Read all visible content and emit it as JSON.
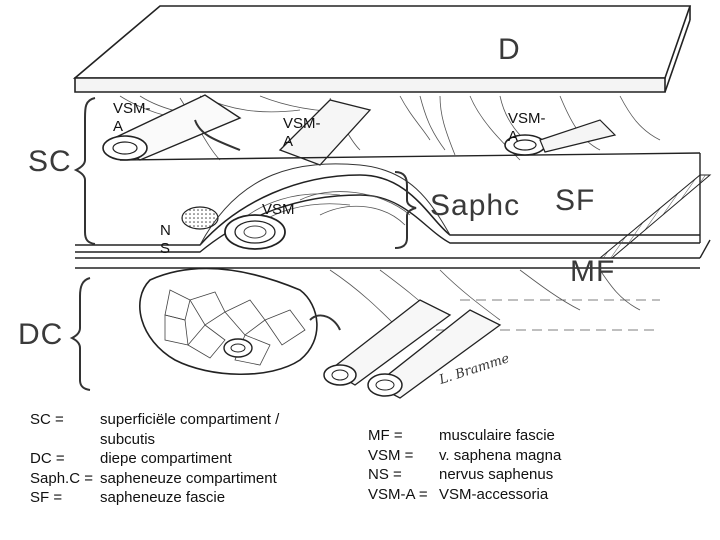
{
  "labels": {
    "d": "D",
    "sc": "SC",
    "sf": "SF",
    "saphc": "Saphc",
    "mf": "MF",
    "dc": "DC",
    "vsm": "VSM",
    "vsma_1": "VSM-A",
    "vsma_2": "VSM-A",
    "vsma_3": "VSM-A",
    "ns": "N S"
  },
  "signature": "L. Bramme",
  "legend_left": [
    {
      "key": "SC =",
      "value": "superficiële compartiment / subcutis"
    },
    {
      "key": "DC =",
      "value": "diepe compartiment"
    },
    {
      "key": "Saph.C =",
      "value": "sapheneuze compartiment"
    },
    {
      "key": "SF =",
      "value": "sapheneuze fascie"
    }
  ],
  "legend_right": [
    {
      "key": "MF =",
      "value": "musculaire fascie"
    },
    {
      "key": "VSM =",
      "value": "v. saphena magna"
    },
    {
      "key": "NS =",
      "value": "nervus saphenus"
    },
    {
      "key": "VSM-A =",
      "value": "VSM-accessoria"
    }
  ]
}
